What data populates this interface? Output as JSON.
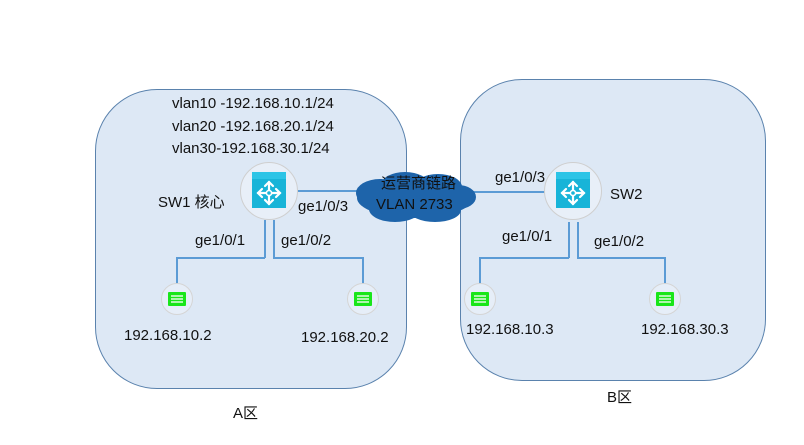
{
  "zones": {
    "a": {
      "label": "A区"
    },
    "b": {
      "label": "B区"
    }
  },
  "sw1": {
    "name": "SW1 核心",
    "vlans": [
      "vlan10 -192.168.10.1/24",
      "vlan20 -192.168.20.1/24",
      "vlan30-192.168.30.1/24"
    ],
    "ports": {
      "uplink": "ge1/0/3",
      "left": "ge1/0/1",
      "right": "ge1/0/2"
    },
    "hosts": [
      "192.168.10.2",
      "192.168.20.2"
    ]
  },
  "isp": {
    "line1": "运营商链路",
    "line2": "VLAN 2733"
  },
  "sw2": {
    "name": "SW2",
    "ports": {
      "uplink": "ge1/0/3",
      "left": "ge1/0/1",
      "right": "ge1/0/2"
    },
    "hosts": [
      "192.168.10.3",
      "192.168.30.3"
    ]
  },
  "colors": {
    "zone_fill": "#dde8f5",
    "zone_border": "#5a82ad",
    "link": "#5b9bd5",
    "core_switch": "#18b4d8",
    "access_switch": "#19e619",
    "cloud": "#1e64aa"
  }
}
